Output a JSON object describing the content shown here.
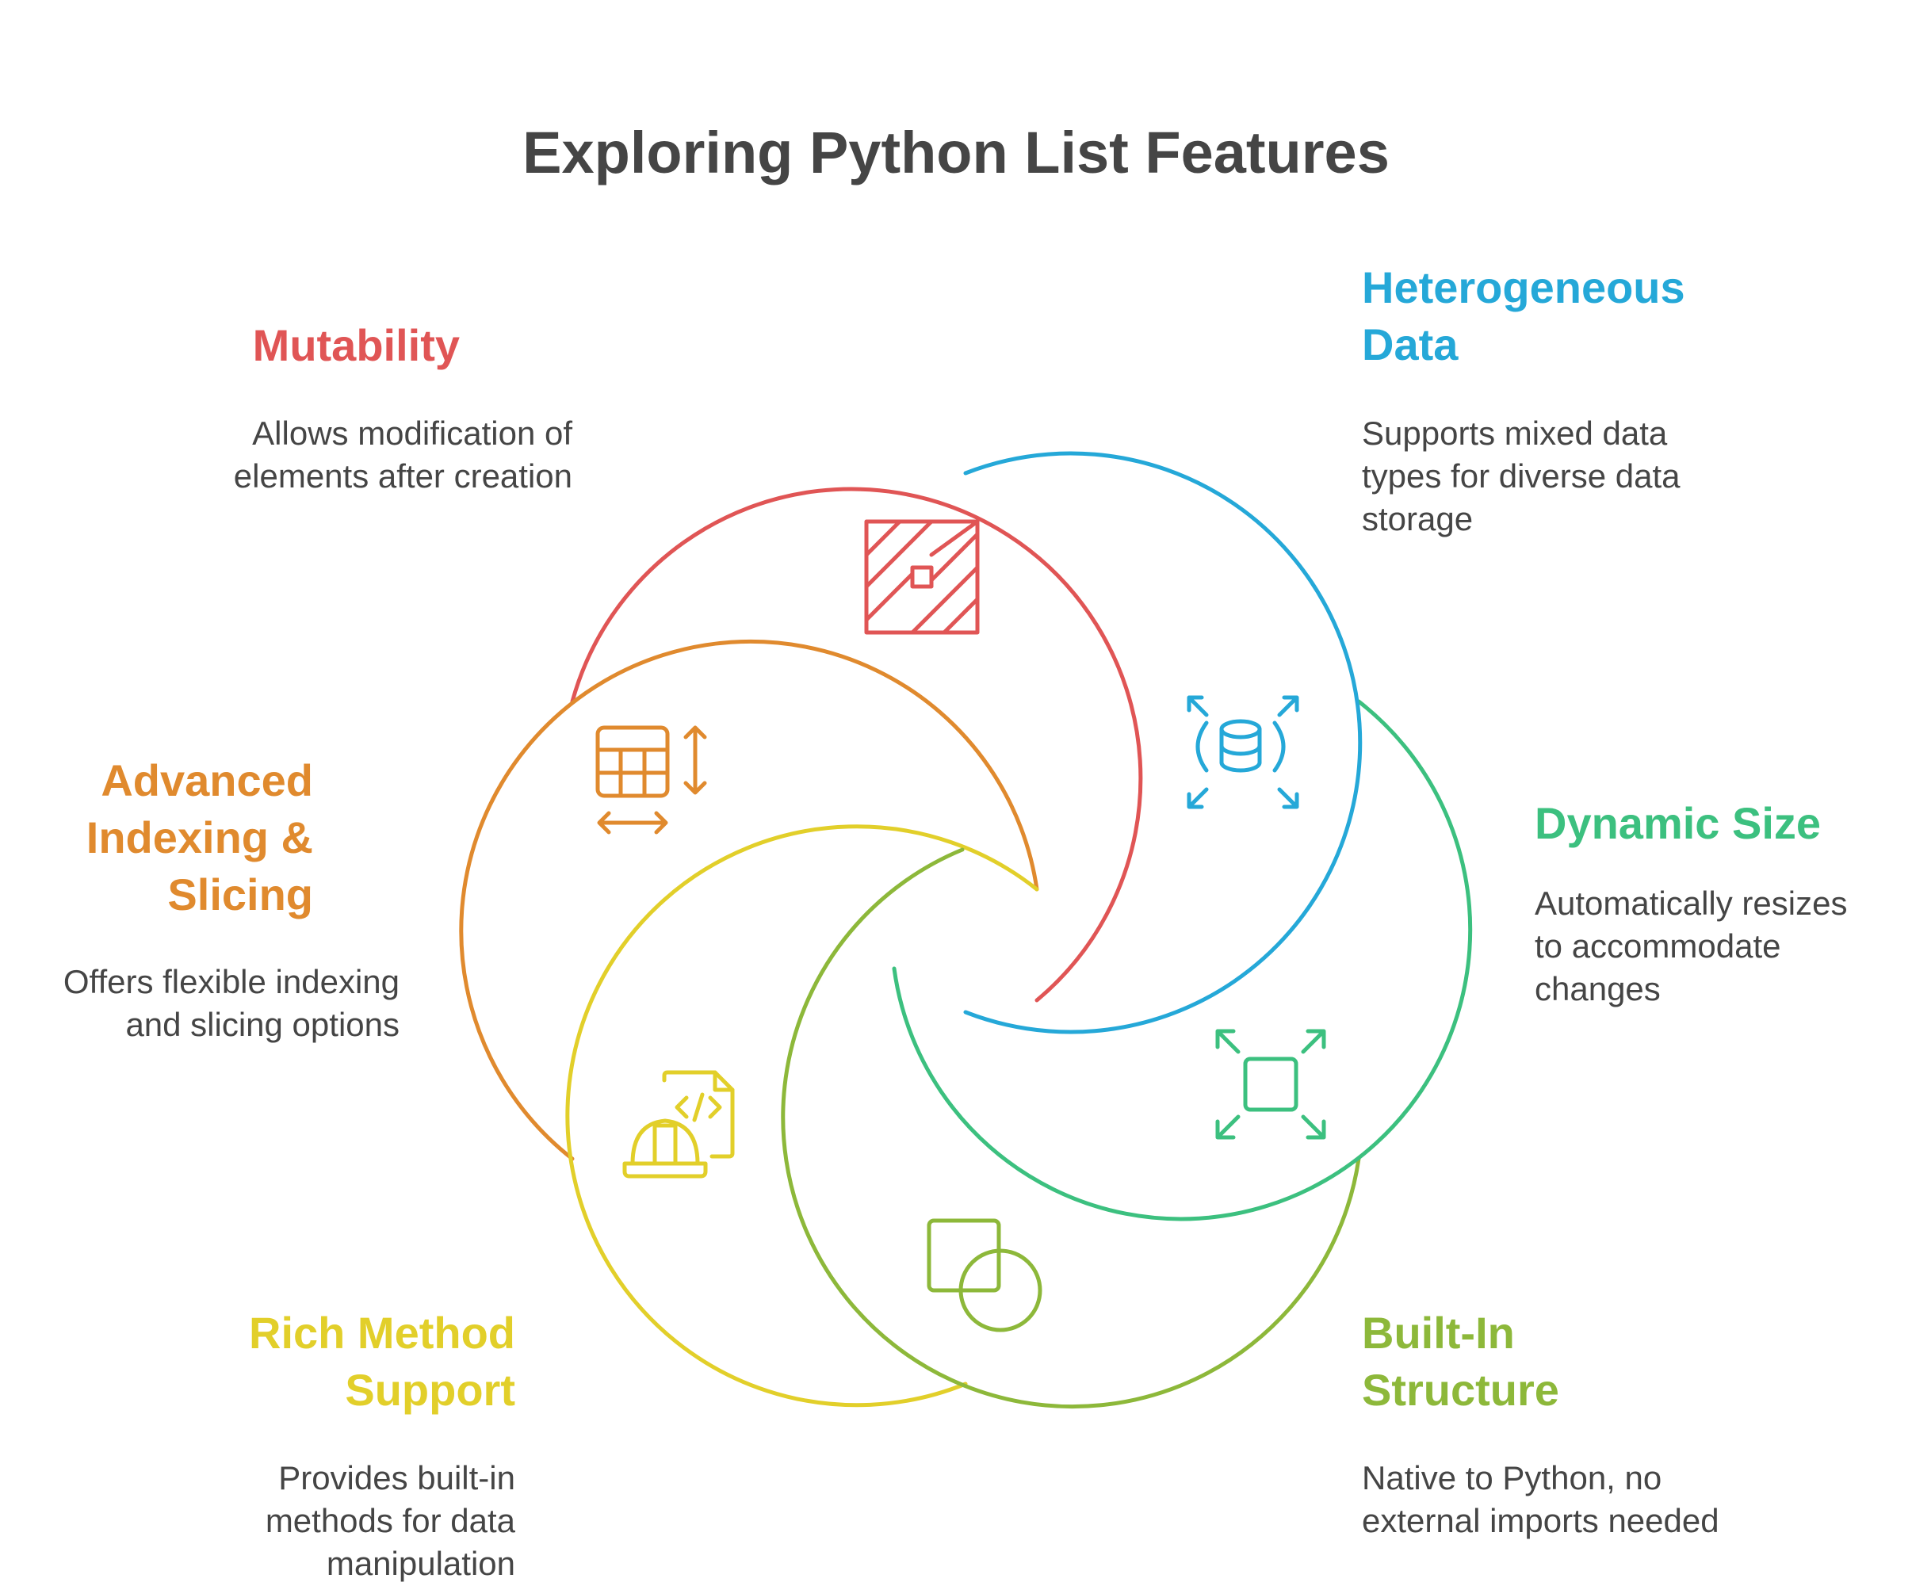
{
  "title": "Exploring Python List Features",
  "features": [
    {
      "id": "mutability",
      "title": "Mutability",
      "description": "Allows modification of elements after creation",
      "color": "#e05555",
      "icon": "resize-diagonal-icon"
    },
    {
      "id": "heterogeneous",
      "title": "Heterogeneous Data",
      "description": "Supports mixed data types for diverse data storage",
      "color": "#25a8d8",
      "icon": "database-expand-icon"
    },
    {
      "id": "dynamic-size",
      "title": "Dynamic Size",
      "description": "Automatically resizes to accommodate changes",
      "color": "#3cc07f",
      "icon": "maximize-icon"
    },
    {
      "id": "built-in",
      "title": "Built-In Structure",
      "description": "Native to Python, no external imports needed",
      "color": "#8db83a",
      "icon": "shapes-icon"
    },
    {
      "id": "rich-method",
      "title": "Rich Method Support",
      "description": "Provides built-in methods for data manipulation",
      "color": "#e2cf2a",
      "icon": "code-hardhat-icon"
    },
    {
      "id": "indexing",
      "title": "Advanced Indexing & Slicing",
      "description": "Offers flexible indexing and slicing options",
      "color": "#e08a2e",
      "icon": "table-resize-icon"
    }
  ]
}
